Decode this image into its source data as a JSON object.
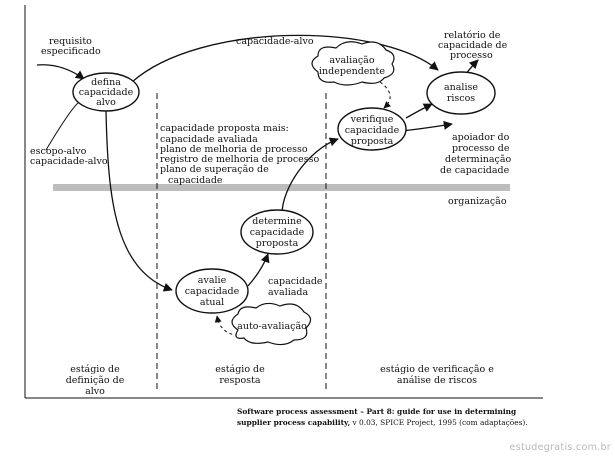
{
  "inputs": {
    "requisito": [
      "requisito",
      "especificado"
    ],
    "escopo": [
      "escopo-alvo",
      "capacidade-alvo"
    ]
  },
  "flow_labels": {
    "top_arc": "capacidade-alvo",
    "capacidade_avaliada": [
      "capacidade",
      "avaliada"
    ],
    "proposta_list": [
      "capacidade proposta mais:",
      "capacidade avaliada",
      "plano de melhoria de processo",
      "registro de melhoria de processo",
      "plano de superação de",
      "capacidade"
    ]
  },
  "nodes": {
    "defina": [
      "defina",
      "capacidade",
      "alvo"
    ],
    "avalie": [
      "avalie",
      "capacidade",
      "atual"
    ],
    "determine": [
      "determine",
      "capacidade",
      "proposta"
    ],
    "verifique": [
      "verifique",
      "capacidade",
      "proposta"
    ],
    "analise": [
      "analise",
      "riscos"
    ]
  },
  "clouds": {
    "avaliacao_independente": [
      "avaliação",
      "independente"
    ],
    "auto_avaliacao": [
      "auto-avaliação"
    ]
  },
  "outputs": {
    "relatorio": [
      "relatório de",
      "capacidade de",
      "processo"
    ],
    "apoiador": [
      "apoiador do",
      "processo de",
      "determinação",
      "de capacidade"
    ],
    "organizacao": "organização"
  },
  "stages": {
    "definicao": [
      "estágio de",
      "definição de",
      "alvo"
    ],
    "resposta": [
      "estágio de",
      "resposta"
    ],
    "verificacao": [
      "estágio de verificação e",
      "análise de riscos"
    ]
  },
  "caption": {
    "title_bold": "Software process assessment – Part 8: guide for use in determining supplier process capability,",
    "rest": " v 0.03, SPICE Project, 1995 (com adaptações)."
  },
  "watermark": "estudegratis.com.br"
}
